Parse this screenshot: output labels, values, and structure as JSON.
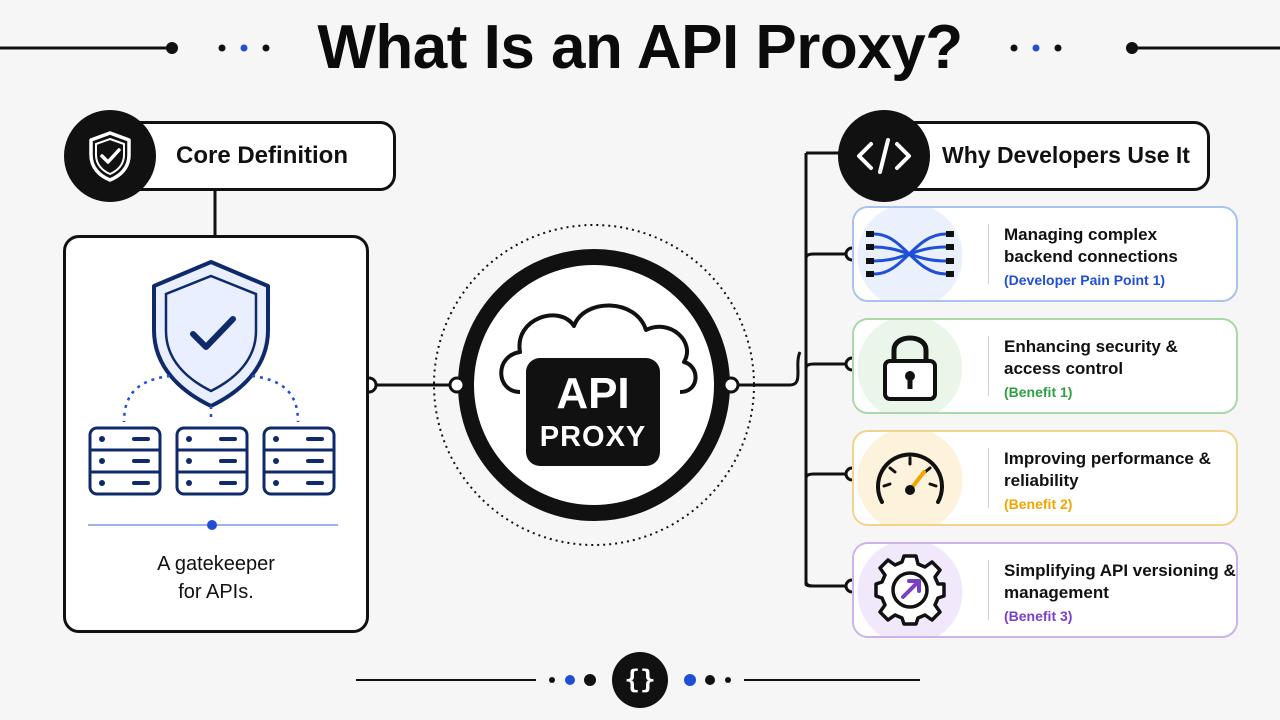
{
  "title": "What Is an API Proxy?",
  "colors": {
    "ink": "#111111",
    "accent_blue": "#1f4fd6",
    "benefit_green": "#2f9e44",
    "benefit_orange": "#f0a500",
    "benefit_purple": "#7a3fc7"
  },
  "core": {
    "heading": "Core Definition",
    "heading_icon": "shield-check-icon",
    "illustration_icon": "shield-servers-icon",
    "text_line1": "A gatekeeper",
    "text_line2": "for APIs."
  },
  "center": {
    "line1": "API",
    "line2": "PROXY",
    "icon": "cloud-icon"
  },
  "why": {
    "heading": "Why Developers Use It",
    "heading_icon": "code-icon",
    "items": [
      {
        "line1": "Managing complex",
        "line2": "backend connections",
        "tag": "(Developer Pain Point 1)",
        "icon": "tangled-cables-icon",
        "color": "#1f4fd6",
        "border": "#a9c2ee"
      },
      {
        "line1": "Enhancing security &",
        "line2": "access control",
        "tag": "(Benefit 1)",
        "icon": "padlock-icon",
        "color": "#2f9e44",
        "border": "#a9d8a9"
      },
      {
        "line1": "Improving performance &",
        "line2": "reliability",
        "tag": "(Benefit 2)",
        "icon": "speedometer-icon",
        "color": "#f0a500",
        "border": "#f2d38c"
      },
      {
        "line1": "Simplifying API versioning &",
        "line2": "management",
        "tag": "(Benefit 3)",
        "icon": "gear-arrow-icon",
        "color": "#7a3fc7",
        "border": "#cdb3ec"
      }
    ]
  },
  "footer_icon": "curly-braces-icon",
  "footer_glyph": "{}"
}
